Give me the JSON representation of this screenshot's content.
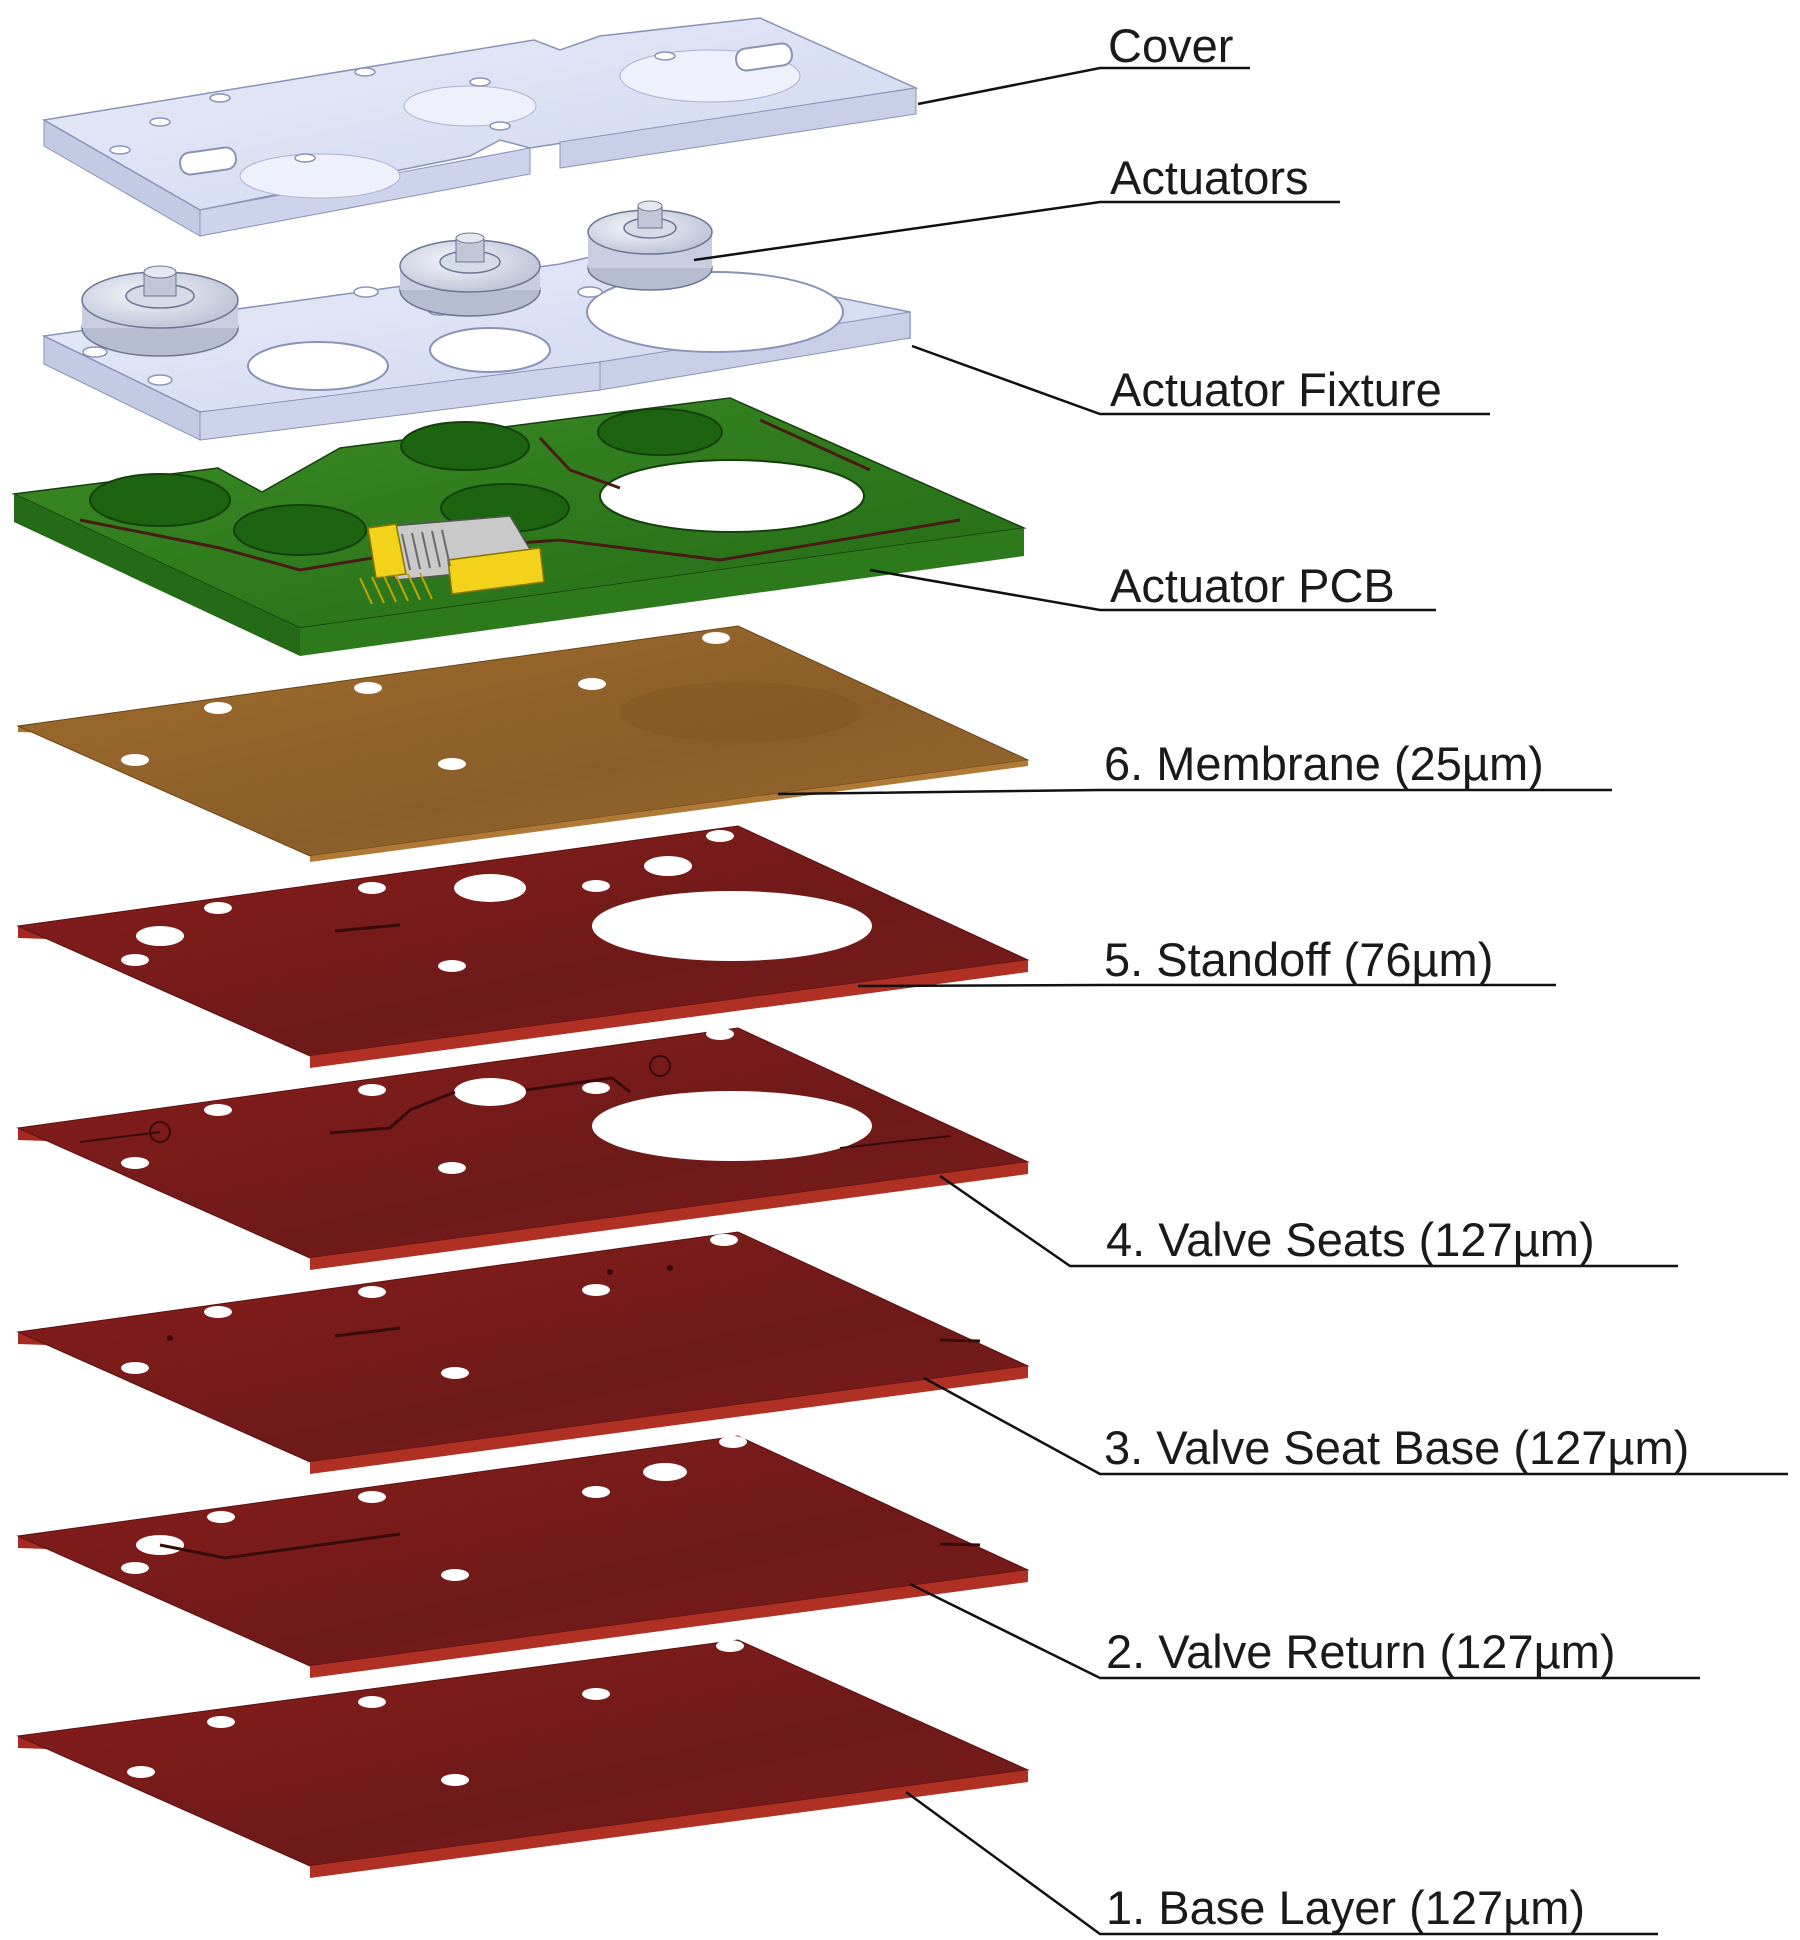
{
  "labels": {
    "cover": "Cover",
    "actuators": "Actuators",
    "actuator_fixture": "Actuator Fixture",
    "actuator_pcb": "Actuator PCB",
    "membrane": "6. Membrane (25µm)",
    "standoff": "5. Standoff (76µm)",
    "valve_seats": "4. Valve Seats (127µm)",
    "valve_seat_base": "3. Valve Seat Base (127µm)",
    "valve_return": "2. Valve Return (127µm)",
    "base_layer": "1. Base Layer (127µm)"
  },
  "colors": {
    "acrylic": "#dfe4f5",
    "acrylic_edge": "#a9b1cf",
    "pcb": "#2e7d1f",
    "pcb_edge": "#1e5a12",
    "membrane": "#9c6a2a",
    "film": "#8e1c1a",
    "film_edge": "#a42a22",
    "connector": "#f2d21a"
  }
}
